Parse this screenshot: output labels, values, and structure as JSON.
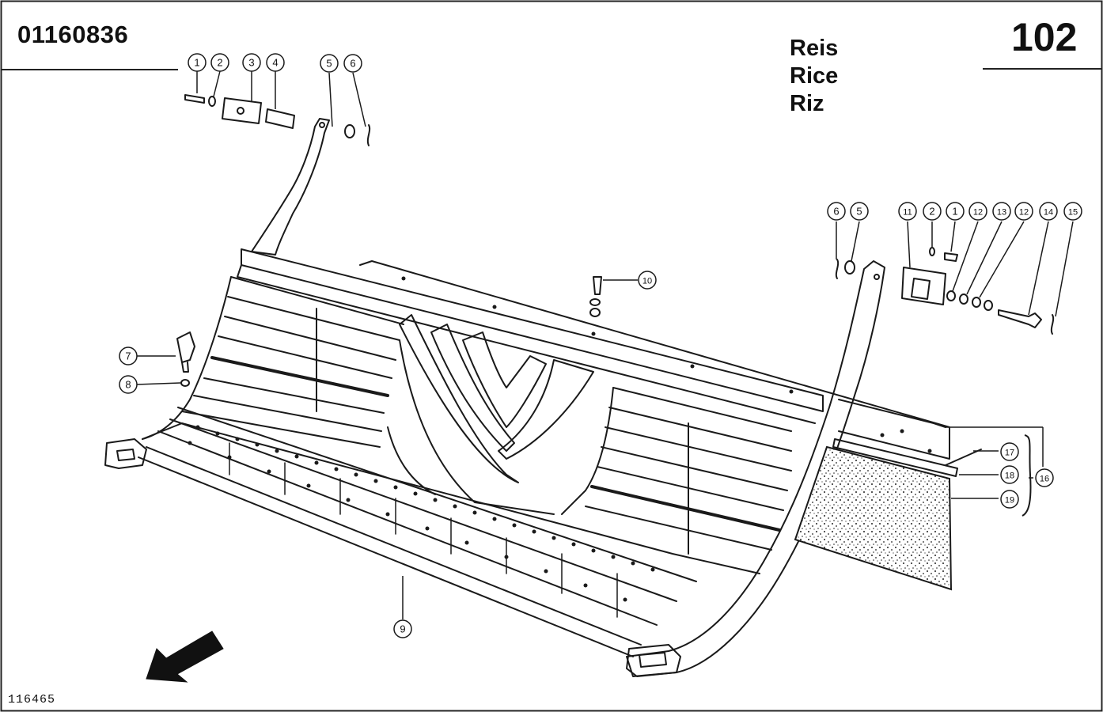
{
  "header": {
    "part_number": "01160836",
    "page_number": "102",
    "languages": [
      "Reis",
      "Rice",
      "Riz"
    ]
  },
  "footer": {
    "drawing_number": "116465"
  },
  "callouts": [
    {
      "id": "c1a",
      "label": "1"
    },
    {
      "id": "c2a",
      "label": "2"
    },
    {
      "id": "c3",
      "label": "3"
    },
    {
      "id": "c4",
      "label": "4"
    },
    {
      "id": "c5a",
      "label": "5"
    },
    {
      "id": "c6a",
      "label": "6"
    },
    {
      "id": "c7",
      "label": "7"
    },
    {
      "id": "c8",
      "label": "8"
    },
    {
      "id": "c9",
      "label": "9"
    },
    {
      "id": "c10",
      "label": "10"
    },
    {
      "id": "c6b",
      "label": "6"
    },
    {
      "id": "c5b",
      "label": "5"
    },
    {
      "id": "c11",
      "label": "11"
    },
    {
      "id": "c2b",
      "label": "2"
    },
    {
      "id": "c1b",
      "label": "1"
    },
    {
      "id": "c12a",
      "label": "12"
    },
    {
      "id": "c13",
      "label": "13"
    },
    {
      "id": "c12b",
      "label": "12"
    },
    {
      "id": "c14",
      "label": "14"
    },
    {
      "id": "c15",
      "label": "15"
    },
    {
      "id": "c16",
      "label": "16"
    },
    {
      "id": "c17",
      "label": "17"
    },
    {
      "id": "c18",
      "label": "18"
    },
    {
      "id": "c19",
      "label": "19"
    }
  ]
}
